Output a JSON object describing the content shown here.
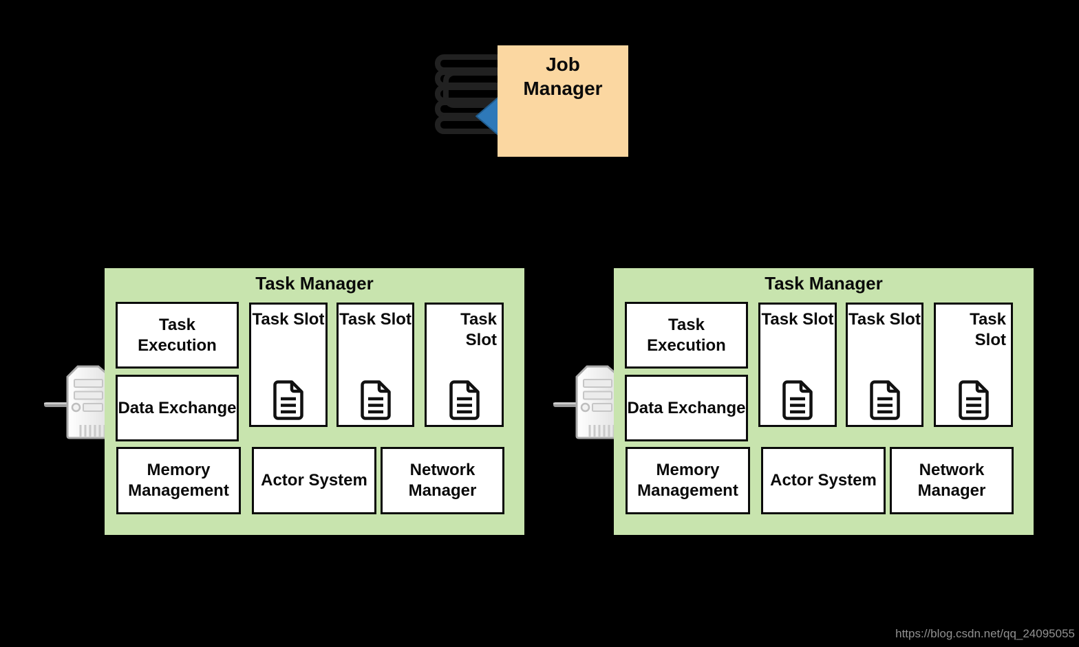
{
  "diagram": {
    "background_color": "#000000",
    "job_manager": {
      "title_lines": [
        "Job",
        "Manager"
      ],
      "box_color": "#FBD7A1",
      "icon": "task-queue-icon",
      "arrow_icon": "dispatch-arrow-icon",
      "arrow_color": "#2E79B9"
    },
    "task_managers": [
      {
        "title": "Task Manager",
        "panel_color": "#C8E4AE",
        "server_icon": "server-icon",
        "boxes": {
          "task_execution": "Task Execution",
          "data_exchange": "Data Exchange",
          "memory_management": "Memory Management",
          "actor_system": "Actor System",
          "network_manager": "Network Manager"
        },
        "slots": [
          {
            "label": "Task Slot",
            "icon": "document-icon"
          },
          {
            "label": "Task Slot",
            "icon": "document-icon"
          },
          {
            "label": "Task Slot",
            "icon": "document-icon"
          }
        ]
      },
      {
        "title": "Task Manager",
        "panel_color": "#C8E4AE",
        "server_icon": "server-icon",
        "boxes": {
          "task_execution": "Task Execution",
          "data_exchange": "Data Exchange",
          "memory_management": "Memory Management",
          "actor_system": "Actor System",
          "network_manager": "Network Manager"
        },
        "slots": [
          {
            "label": "Task Slot",
            "icon": "document-icon"
          },
          {
            "label": "Task Slot",
            "icon": "document-icon"
          },
          {
            "label": "Task Slot",
            "icon": "document-icon"
          }
        ]
      }
    ],
    "watermark": "https://blog.csdn.net/qq_24095055"
  }
}
